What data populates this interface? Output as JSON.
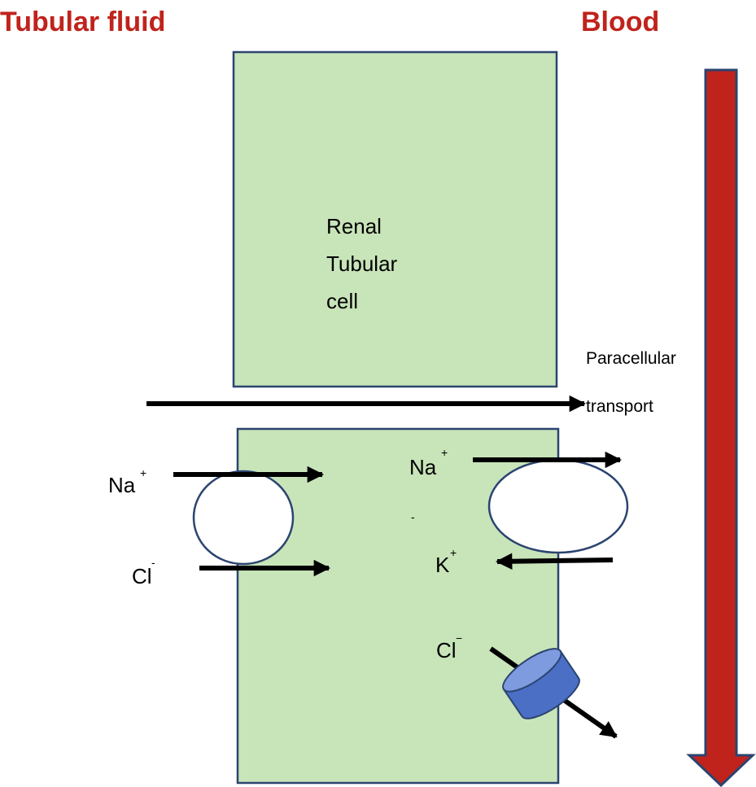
{
  "colors": {
    "header": "#C0231C",
    "cell_fill": "#C8E4B9",
    "cell_border": "#2B4470",
    "transporter_fill": "#FFFFFF",
    "channel_fill": "#4A6FC5",
    "channel_top": "#7E9BE0",
    "arrow": "#000000",
    "blood_arrow": "#C0231C"
  },
  "headers": {
    "left": "Tubular fluid",
    "right": "Blood"
  },
  "cell": {
    "line1": "Renal",
    "line2": "Tubular",
    "line3": "cell"
  },
  "paracellular": {
    "line1": "Paracellular",
    "line2": "transport"
  },
  "apical_symporter": {
    "ion1": "Na",
    "ion1_charge": "+",
    "ion2": "Cl",
    "ion2_charge": "-"
  },
  "basolateral_pump": {
    "ion1": "Na",
    "ion1_charge": "+",
    "stray_mark": "-",
    "ion2": "K",
    "ion2_charge": "+"
  },
  "chloride_channel": {
    "ion": "Cl",
    "ion_charge": "−"
  },
  "icons": {
    "symporter": "ellipse-transporter-icon",
    "pump": "ellipse-pump-icon",
    "channel": "cylinder-channel-icon",
    "blood_flow": "down-arrow-icon"
  }
}
